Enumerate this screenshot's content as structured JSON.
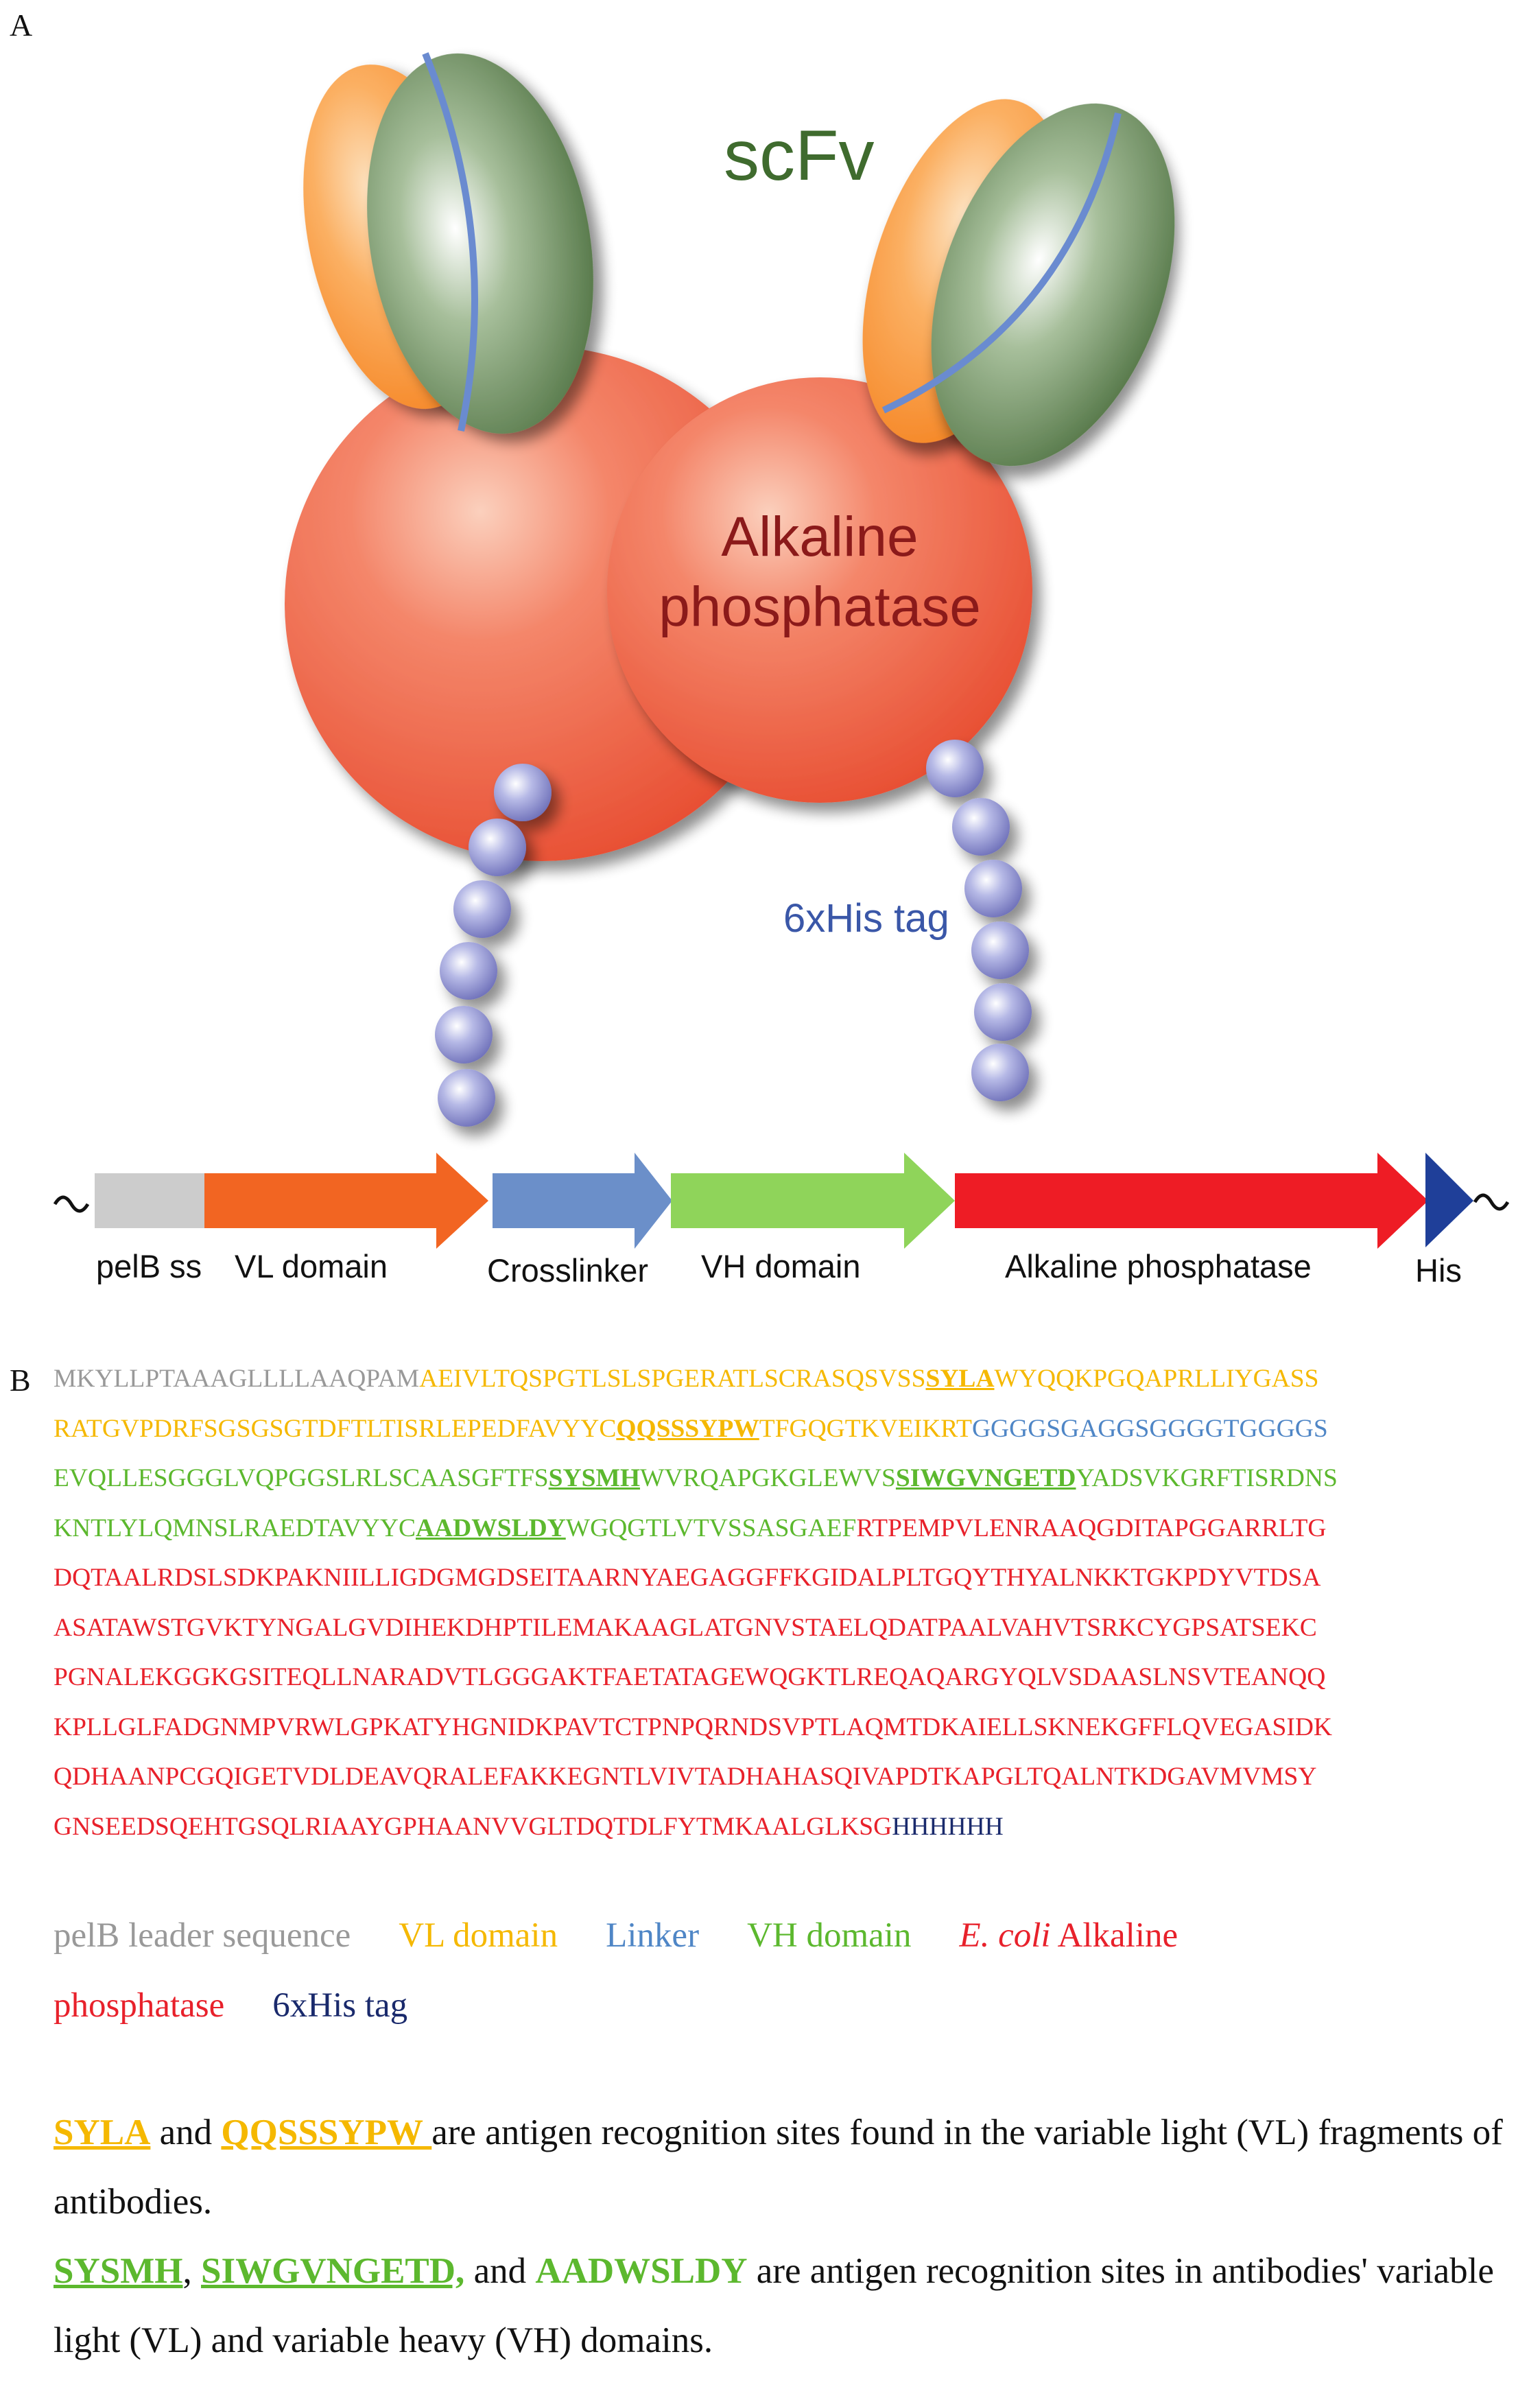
{
  "panels": {
    "a": "A",
    "b": "B"
  },
  "diagram": {
    "scfv_label": "scFv",
    "enzyme_line1": "Alkaline",
    "enzyme_line2": "phosphatase",
    "his_label": "6xHis tag"
  },
  "gene_map": {
    "segments": [
      {
        "label": "pelB ss",
        "color": "#cccccc"
      },
      {
        "label": "VL domain",
        "color": "#f26522"
      },
      {
        "label": "Crosslinker",
        "color": "#6b8fc9"
      },
      {
        "label": "VH domain",
        "color": "#8fd45a"
      },
      {
        "label": "Alkaline phosphatase",
        "color": "#ee1c25"
      },
      {
        "label": "His",
        "color": "#1f3f99"
      }
    ]
  },
  "sequence": {
    "lines": [
      [
        {
          "t": "MKYLLPTAAAGLLLLAAQPAM",
          "c": "pelb"
        },
        {
          "t": "AEIVLTQSPGTLSLSPGERATLSCRASQSVSS",
          "c": "vl"
        },
        {
          "t": "SYLA",
          "c": "vl",
          "u": true
        },
        {
          "t": "WYQQKPGQAPRLLIYGASS",
          "c": "vl"
        }
      ],
      [
        {
          "t": "RATGVPDRFSGSGSGTDFTLTISRLEPEDFAVYYC",
          "c": "vl"
        },
        {
          "t": "QQSSSYPW",
          "c": "vl",
          "u": true
        },
        {
          "t": "TFGQGTKVEIKRT",
          "c": "vl"
        },
        {
          "t": "GGGGSGAGGSGGGGTGGGGS",
          "c": "link"
        }
      ],
      [
        {
          "t": "EVQLLESGGGLVQPGGSLRLSCAASGFTFS",
          "c": "vh"
        },
        {
          "t": "SYSMH",
          "c": "vh",
          "u": true
        },
        {
          "t": "WVRQAPGKGLEWVS",
          "c": "vh"
        },
        {
          "t": "SIWGVNGETD",
          "c": "vh",
          "u": true
        },
        {
          "t": "YADSVKGRFTISRDNS",
          "c": "vh"
        }
      ],
      [
        {
          "t": "KNTLYLQMNSLRAEDTAVYYC",
          "c": "vh"
        },
        {
          "t": "AADWSLDY",
          "c": "vh",
          "u": true
        },
        {
          "t": "WGQGTLVTVSSASGAEF",
          "c": "vh"
        },
        {
          "t": "RTPEMPVLENRAAQGDITAPGGARRLTG",
          "c": "ap"
        }
      ],
      [
        {
          "t": "DQTAALRDSLSDKPAKNIILLIGDGMGDSEITAARNYAEGAGGFFKGIDALPLTGQYTHYALNKKTGKPDYVTDSA",
          "c": "ap"
        }
      ],
      [
        {
          "t": "ASATAWSTGVKTYNGALGVDIHEKDHPTILEMAKAAGLATGNVSTAELQDATPAALVAHVTSRKCYGPSATSEKC",
          "c": "ap"
        }
      ],
      [
        {
          "t": "PGNALEKGGKGSITEQLLNARADVTLGGGAKTFAETATAGEWQGKTLREQAQARGYQLVSDAASLNSVTEANQQ",
          "c": "ap"
        }
      ],
      [
        {
          "t": "KPLLGLFADGNMPVRWLGPKATYHGNIDKPAVTCTPNPQRNDSVPTLAQMTDKAIELLSKNEKGFFLQVEGASIDK",
          "c": "ap"
        }
      ],
      [
        {
          "t": "QDHAANPCGQIGETVDLDEAVQRALEFAKKEGNTLVIVTADHAHASQIVAPDTKAPGLTQALNTKDGAVMVMSY",
          "c": "ap"
        }
      ],
      [
        {
          "t": "GNSEEDSQEHTGSQLRIAAYGPHAANVVGLTDQTDLFYTMKAALGLKSG",
          "c": "ap"
        },
        {
          "t": "HHHHHH",
          "c": "his"
        }
      ]
    ]
  },
  "legend": {
    "pelb": "pelB leader sequence",
    "vl": "VL domain",
    "linker": "Linker",
    "vh": "VH domain",
    "ap_italic": "E. coli",
    "ap_rest1": " Alkaline",
    "ap_rest2": "phosphatase",
    "his": "6xHis tag"
  },
  "notes": {
    "vl_site1": "SYLA",
    "and1": " and ",
    "vl_site2": "QQSSSYPW ",
    "vl_text": "are antigen recognition sites found in the variable light (VL) fragments of antibodies.",
    "vh_site1": "SYSMH",
    "comma": ", ",
    "vh_site2": "SIWGVNGETD,",
    "and2": " and ",
    "vh_site3": "AADWSLDY",
    "vh_text": " are antigen recognition sites in antibodies' variable light (VL) and variable heavy (VH) domains."
  }
}
